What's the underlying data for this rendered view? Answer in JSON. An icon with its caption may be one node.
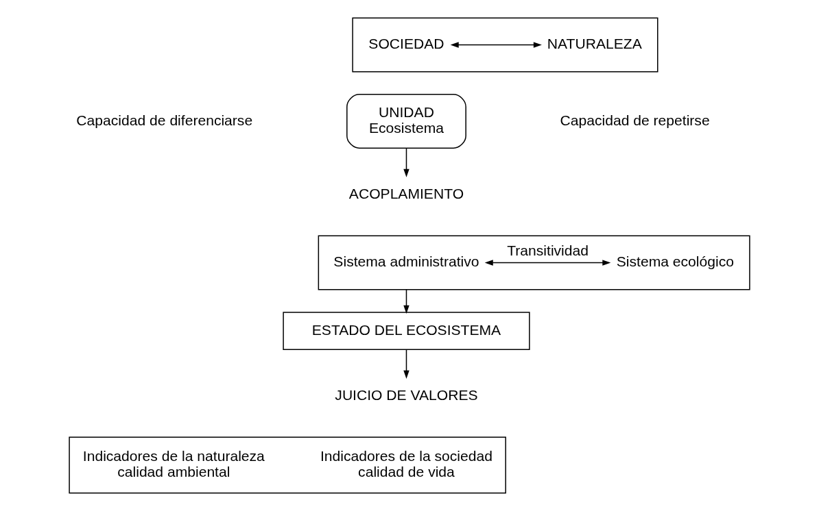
{
  "diagram": {
    "nodes": [
      {
        "text": [],
        "shape": "box"
      },
      {
        "text": [
          "SOCIEDAD"
        ],
        "in": 0
      },
      {
        "text": [
          "NATURALEZA"
        ],
        "in": 0
      },
      {
        "text": [
          "UNIDAD",
          "Ecosistema"
        ]
      },
      {
        "text": [
          "ACOPLAMIENTO"
        ]
      },
      {
        "text": [],
        "shape": "box"
      },
      {
        "text": [
          "Sistema administrativo"
        ],
        "in": 5
      },
      {
        "text": [
          "Sistema ecológico"
        ],
        "in": 5
      },
      {
        "text": [
          "ESTADO DEL ECOSISTEMA"
        ]
      },
      {
        "text": [
          "JUICIO DE VALORES"
        ]
      },
      {
        "text": [],
        "shape": "box"
      },
      {
        "text": [
          "Indicadores de la sociedad",
          "calidad de vida"
        ],
        "in": 10
      },
      {
        "text": [
          "Indicadores de la naturaleza",
          "calidad ambiental"
        ],
        "in": 10
      }
    ],
    "edges": [
      {
        "from": 1,
        "to": 2,
        "arrow": "both"
      },
      {
        "from": 3,
        "to": 4,
        "arrow": "to"
      },
      {
        "from": 6,
        "to": 7,
        "arrow": "both",
        "label": "Transitividad"
      },
      {
        "from": 5,
        "to": 8,
        "arrow": "to"
      },
      {
        "from": 8,
        "to": 9,
        "arrow": "to"
      }
    ],
    "labels": [
      "Capacidad de diferenciarse",
      "Capacidad de repetirse"
    ]
  }
}
